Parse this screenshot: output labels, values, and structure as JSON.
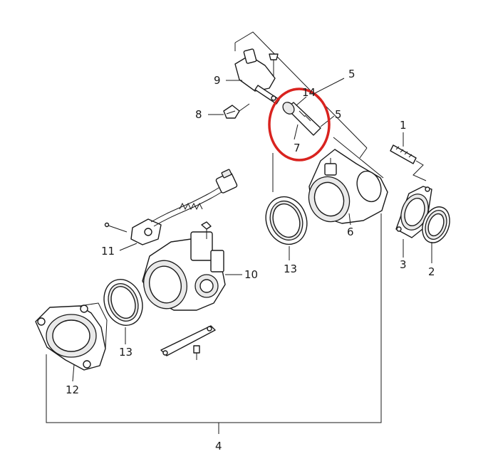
{
  "highlight_color": "#d9231f",
  "labels": {
    "l1": "1",
    "l2": "2",
    "l3": "3",
    "l4": "4",
    "l5a": "5",
    "l5b": "5",
    "l6": "6",
    "l7": "7",
    "l8": "8",
    "l9": "9",
    "l10": "10",
    "l11": "11",
    "l12": "12",
    "l13a": "13",
    "l13b": "13",
    "l14": "14"
  }
}
